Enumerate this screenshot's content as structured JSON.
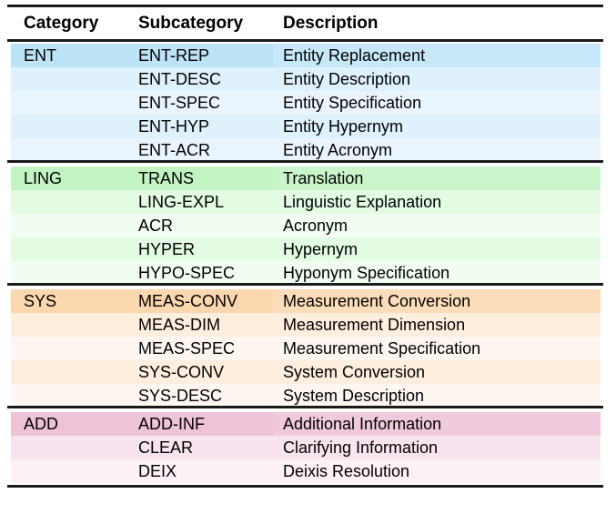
{
  "table": {
    "headers": {
      "category": "Category",
      "subcategory": "Subcategory",
      "description": "Description"
    },
    "groups": [
      {
        "category": "ENT",
        "colors": {
          "lead": "#c6e8f9",
          "band_a": "#dff1fb",
          "band_b": "#eaf4fd",
          "lead_wash": "#bde3f7"
        },
        "rows": [
          {
            "subcategory": "ENT-REP",
            "description": "Entity Replacement"
          },
          {
            "subcategory": "ENT-DESC",
            "description": "Entity Description"
          },
          {
            "subcategory": "ENT-SPEC",
            "description": "Entity Specification"
          },
          {
            "subcategory": "ENT-HYP",
            "description": "Entity Hypernym"
          },
          {
            "subcategory": "ENT-ACR",
            "description": "Entity Acronym"
          }
        ]
      },
      {
        "category": "LING",
        "colors": {
          "lead": "#caf5ca",
          "band_a": "#e3fae3",
          "band_b": "#f1fdf1",
          "lead_wash": "#c2f3c2"
        },
        "rows": [
          {
            "subcategory": "TRANS",
            "description": "Translation"
          },
          {
            "subcategory": "LING-EXPL",
            "description": "Linguistic Explanation"
          },
          {
            "subcategory": "ACR",
            "description": "Acronym"
          },
          {
            "subcategory": "HYPER",
            "description": "Hypernym"
          },
          {
            "subcategory": "HYPO-SPEC",
            "description": "Hyponym Specification"
          }
        ]
      },
      {
        "category": "SYS",
        "colors": {
          "lead": "#fbddb9",
          "band_a": "#fdeede",
          "band_b": "#fef7f1",
          "lead_wash": "#fad7ae"
        },
        "rows": [
          {
            "subcategory": "MEAS-CONV",
            "description": "Measurement Conversion"
          },
          {
            "subcategory": "MEAS-DIM",
            "description": "Measurement Dimension"
          },
          {
            "subcategory": "MEAS-SPEC",
            "description": "Measurement Specification"
          },
          {
            "subcategory": "SYS-CONV",
            "description": "System Conversion"
          },
          {
            "subcategory": "SYS-DESC",
            "description": "System Description"
          }
        ]
      },
      {
        "category": "ADD",
        "colors": {
          "lead": "#f0c9dc",
          "band_a": "#f8e4ee",
          "band_b": "#fcf1f6",
          "lead_wash": "#eec2d7"
        },
        "rows": [
          {
            "subcategory": "ADD-INF",
            "description": "Additional Information"
          },
          {
            "subcategory": "CLEAR",
            "description": "Clarifying Information"
          },
          {
            "subcategory": "DEIX",
            "description": "Deixis Resolution"
          }
        ]
      }
    ]
  },
  "layout": {
    "rule_color": "#1a1a1a",
    "group_tops": [
      48,
      183,
      318,
      453
    ],
    "group_rule_tops": [
      176,
      311,
      446
    ]
  }
}
